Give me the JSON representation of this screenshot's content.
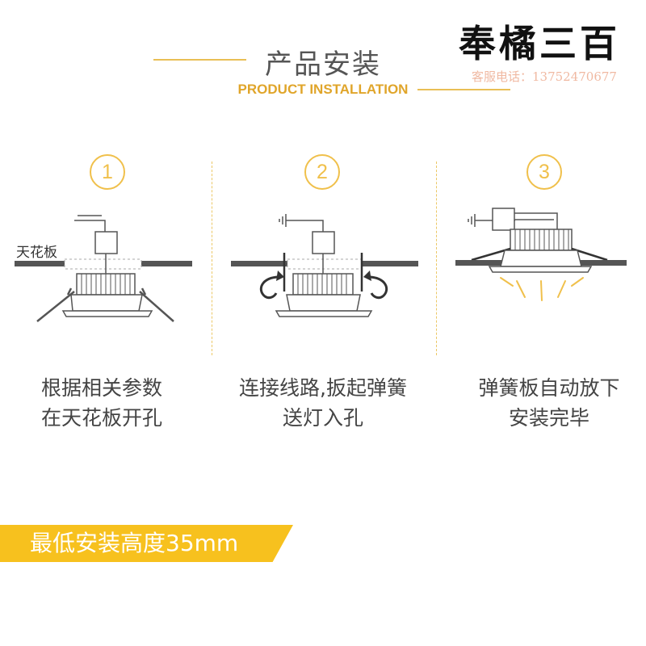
{
  "header": {
    "title_cn": "产品安装",
    "title_en": "PRODUCT INSTALLATION"
  },
  "brand": {
    "name": "奉橘三百",
    "hotline": "客服电话：13752470677"
  },
  "steps": [
    {
      "number": "1",
      "line1": "根据相关参数",
      "line2": "在天花板开孔"
    },
    {
      "number": "2",
      "line1": "连接线路,扳起弹簧",
      "line2": "送灯入孔"
    },
    {
      "number": "3",
      "line1": "弹簧板自动放下",
      "line2": "安装完毕"
    }
  ],
  "diagram": {
    "ceiling_label": "天花板"
  },
  "banner": {
    "text": "最低安装高度35mm"
  },
  "colors": {
    "accent": "#f0c04b",
    "banner": "#f7c11e",
    "ceiling": "#555555",
    "text": "#444444"
  }
}
